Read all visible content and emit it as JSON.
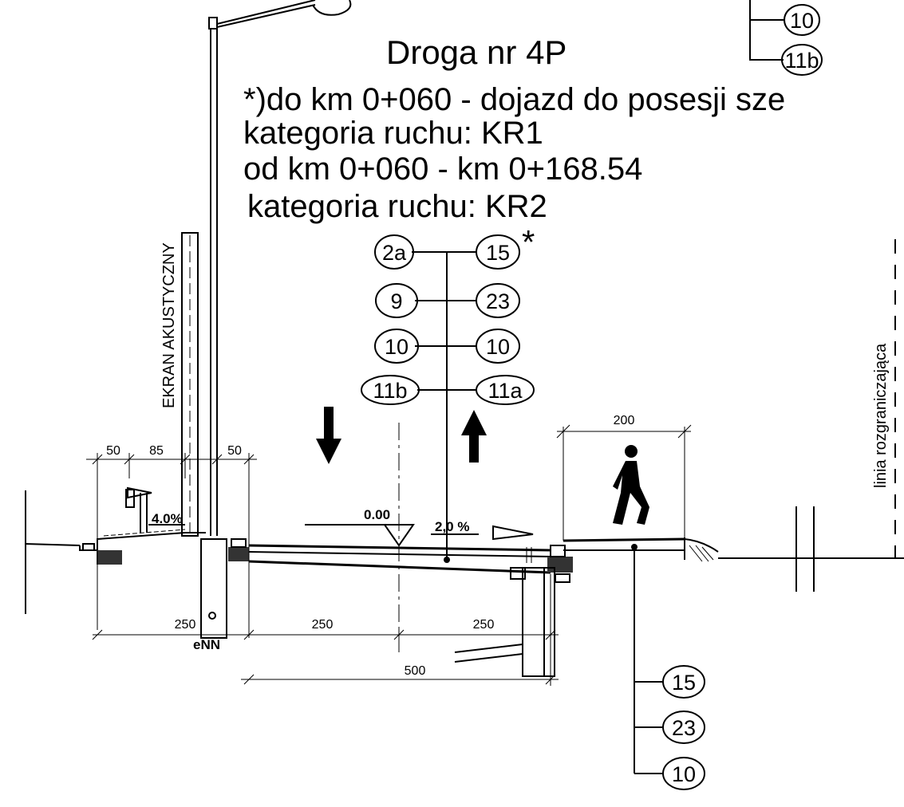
{
  "title": "Droga nr 4P",
  "notes": [
    "*)do km 0+060 - dojazd do posesji sze",
    "kategoria ruchu: KR1",
    "od km 0+060 - km 0+168.54",
    "kategoria ruchu: KR2"
  ],
  "asterisk": "*",
  "labels": {
    "screen": "EKRAN AKUSTYCZNY",
    "boundary": "linia  rozgraniczająca",
    "enn": "eNN",
    "elevation": "0.00",
    "slope_road": "2,0 %",
    "slope_left": "4.0%"
  },
  "dimensions": {
    "top_50a": "50",
    "top_85": "85",
    "top_50b": "50",
    "sidewalk_200": "200",
    "bottom_250a": "250",
    "bottom_250b": "250",
    "bottom_250c": "250",
    "bottom_500": "500"
  },
  "callouts": {
    "top_right": [
      "10",
      "11b"
    ],
    "center_left": [
      "2a",
      "9",
      "10",
      "11b"
    ],
    "center_right": [
      "15",
      "23",
      "10",
      "11a"
    ],
    "bottom": [
      "15",
      "23",
      "10"
    ]
  }
}
